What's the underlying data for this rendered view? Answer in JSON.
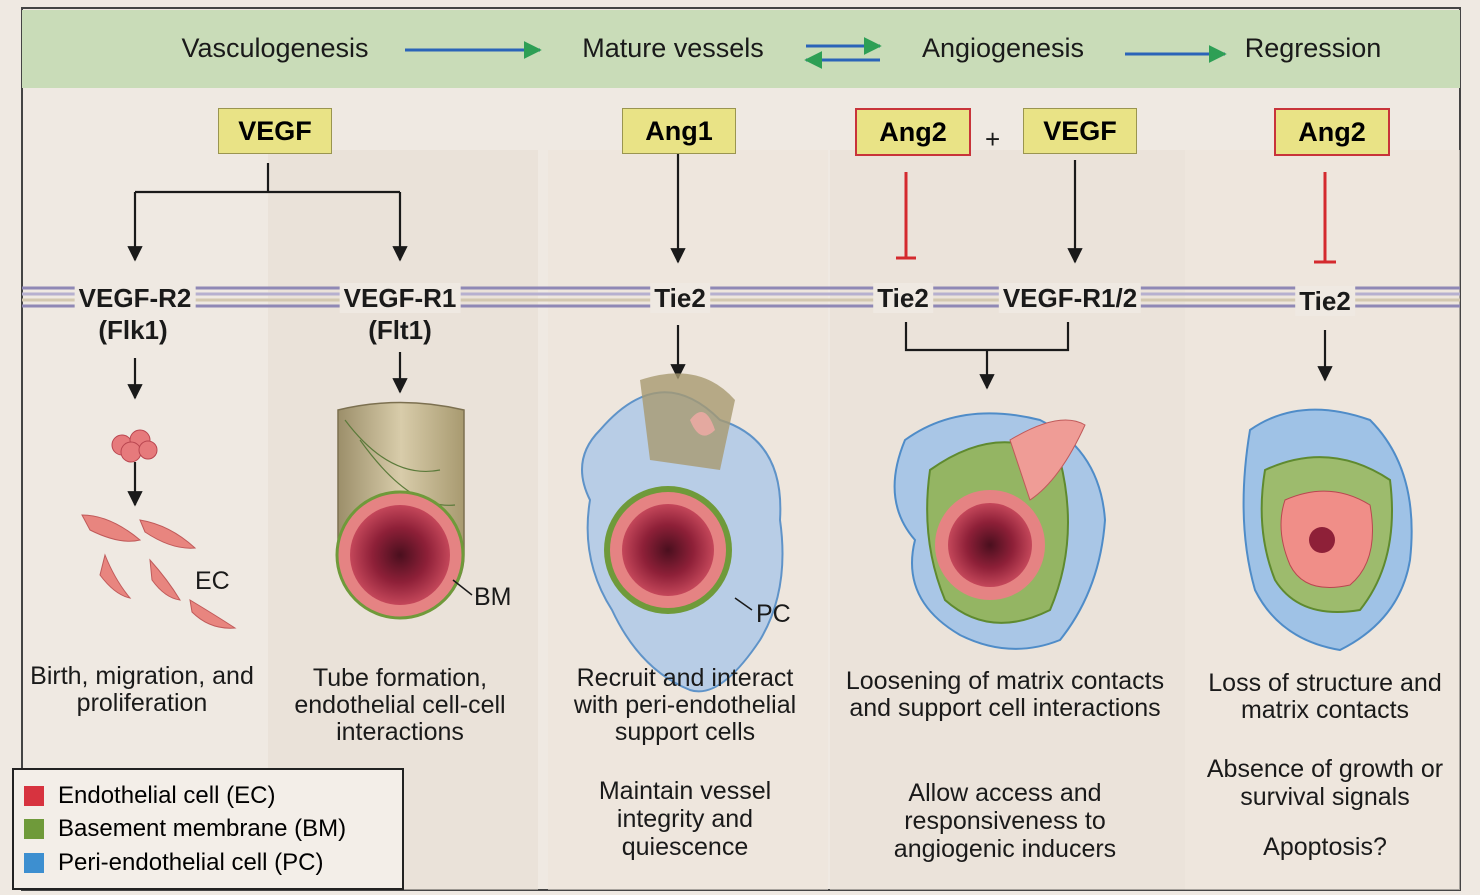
{
  "stages": {
    "vasculogenesis": "Vasculogenesis",
    "mature_vessels": "Mature vessels",
    "angiogenesis": "Angiogenesis",
    "regression": "Regression"
  },
  "factors": {
    "vegf_1": "VEGF",
    "ang1": "Ang1",
    "ang2_a": "Ang2",
    "plus": "+",
    "vegf_2": "VEGF",
    "ang2_b": "Ang2"
  },
  "receptors": {
    "vegf_r2": "VEGF-R2",
    "flk1": "(Flk1)",
    "vegf_r1": "VEGF-R1",
    "flt1": "(Flt1)",
    "tie2_a": "Tie2",
    "tie2_b": "Tie2",
    "vegf_r12": "VEGF-R1/2",
    "tie2_c": "Tie2"
  },
  "cell_labels": {
    "ec": "EC",
    "bm": "BM",
    "pc": "PC"
  },
  "descriptions": {
    "col1": "Birth, migration, and proliferation",
    "col2": "Tube formation, endothelial cell-cell interactions",
    "col3": "Recruit and interact with peri-endothelial support cells",
    "col4": "Loosening of matrix contacts and support cell interactions",
    "col5": "Loss of structure and matrix contacts"
  },
  "outcomes": {
    "col3": "Maintain vessel integrity and quiescence",
    "col4": "Allow access and responsiveness to angiogenic inducers",
    "col5_a": "Absence of growth or survival signals",
    "col5_b": "Apoptosis?"
  },
  "legend": {
    "ec": {
      "label": "Endothelial cell (EC)",
      "color": "#d7333f"
    },
    "bm": {
      "label": "Basement membrane (BM)",
      "color": "#6f9a3a"
    },
    "pc": {
      "label": "Peri-endothelial cell (PC)",
      "color": "#3d8fd0"
    }
  },
  "colors": {
    "activate_arrow": "#1a1a1a",
    "inhibit_bar": "#d42a2e",
    "stage_arrow_green": "#2e9f55",
    "stage_arrow_blue": "#2a64b8",
    "header_band": "#c9dcb8"
  }
}
